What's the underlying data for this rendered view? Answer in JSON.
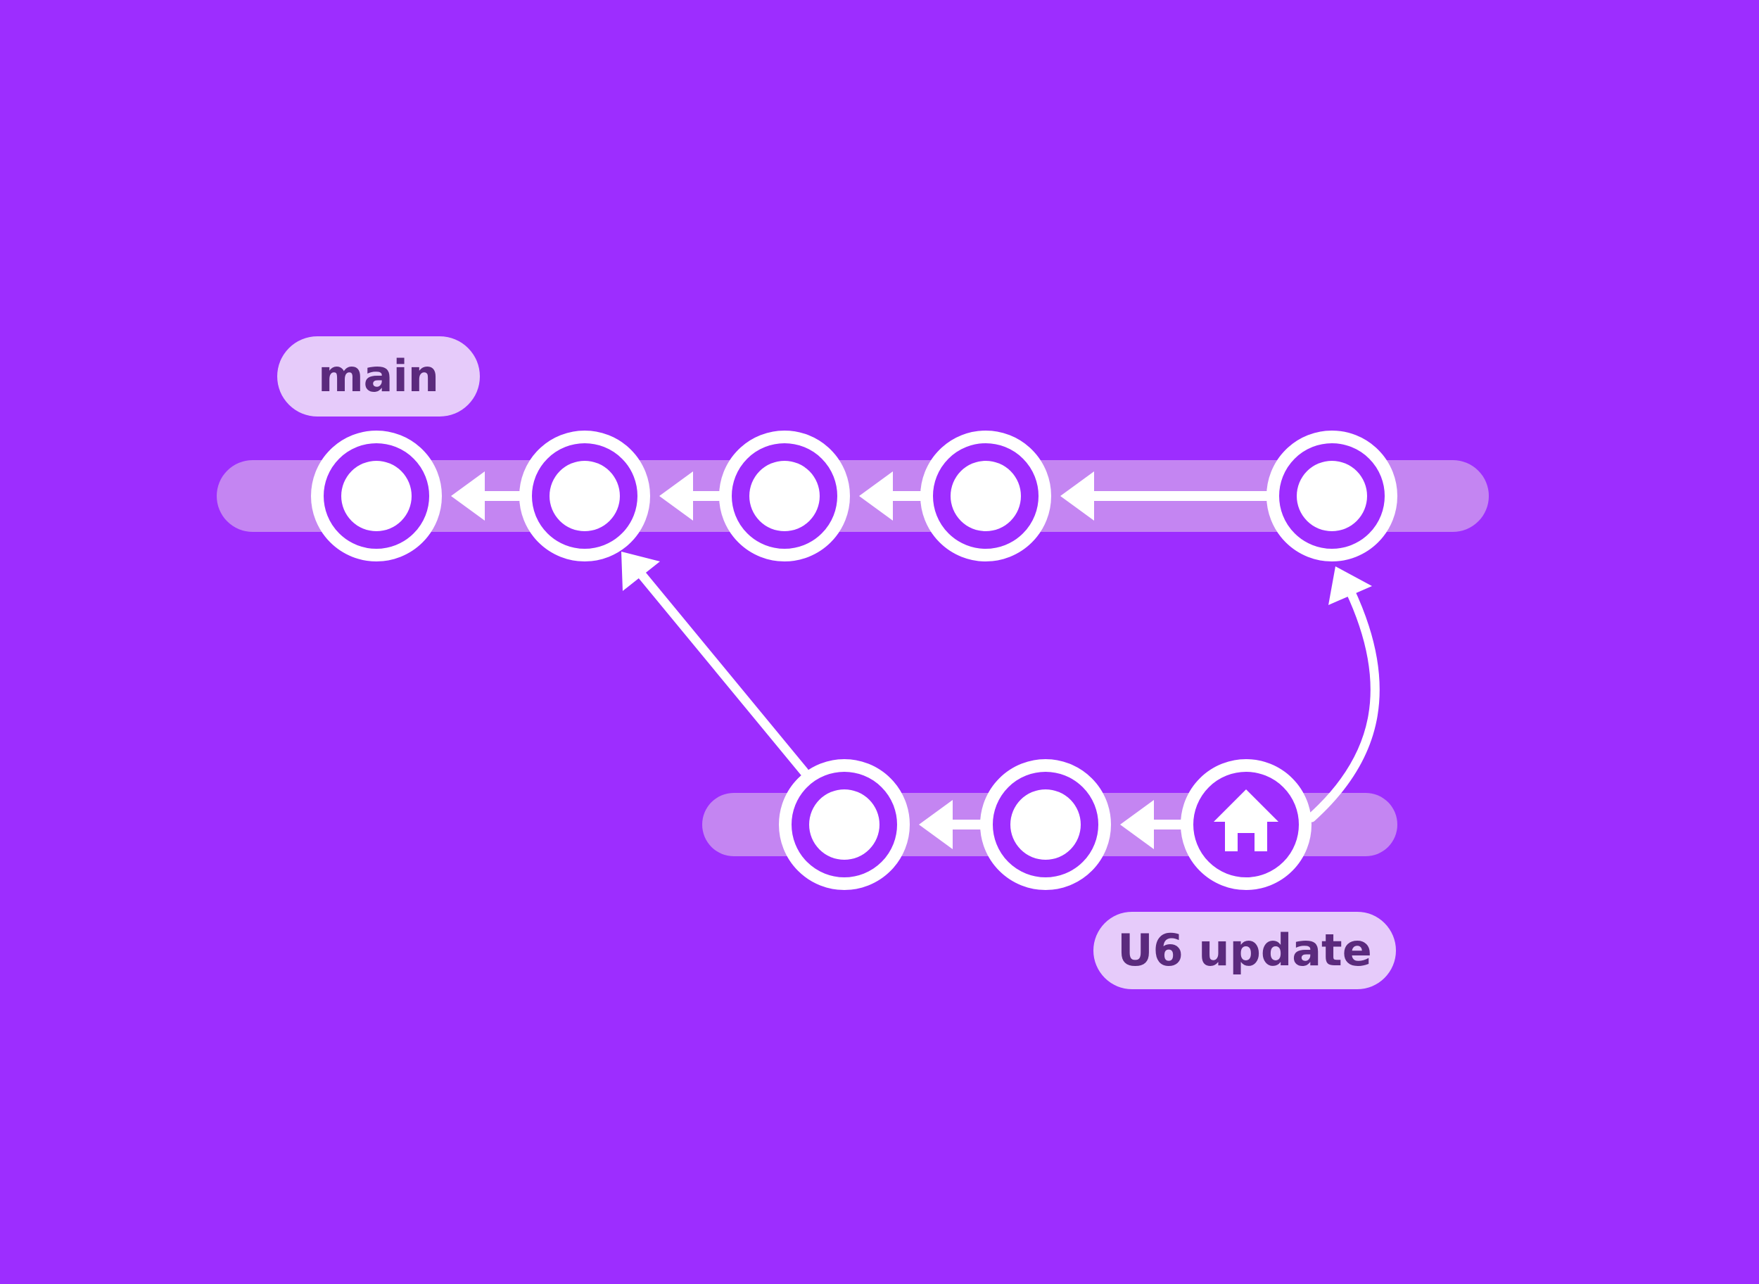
{
  "colors": {
    "background": "#9d2dff",
    "track": "#c485f2",
    "label_bg": "#e6cbfa",
    "label_text": "#5b2a7d",
    "stroke": "#ffffff"
  },
  "branches": {
    "main": {
      "label": "main",
      "commit_count": 5
    },
    "update": {
      "label": "U6 update",
      "commit_count": 3,
      "head_icon": "home-icon"
    }
  }
}
